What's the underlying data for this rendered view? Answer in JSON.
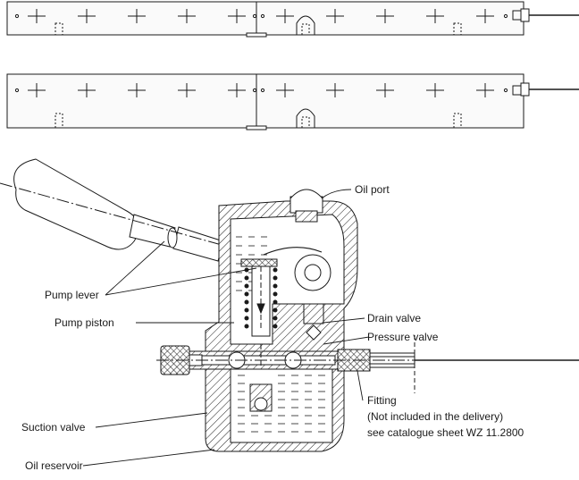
{
  "labels": {
    "oil_port": "Oil port",
    "pump_lever": "Pump lever",
    "pump_piston": "Pump piston",
    "drain_valve": "Drain valve",
    "pressure_valve": "Pressure valve",
    "suction_valve": "Suction valve",
    "oil_reservoir": "Oil reservoir",
    "fitting": "Fitting",
    "fitting_note": "(Not included in the delivery)",
    "fitting_ref": "see catalogue sheet WZ 11.2800"
  },
  "colors": {
    "line": "#1a1a1a",
    "fill": "#f2f2f2",
    "oil": "#ffffff"
  }
}
